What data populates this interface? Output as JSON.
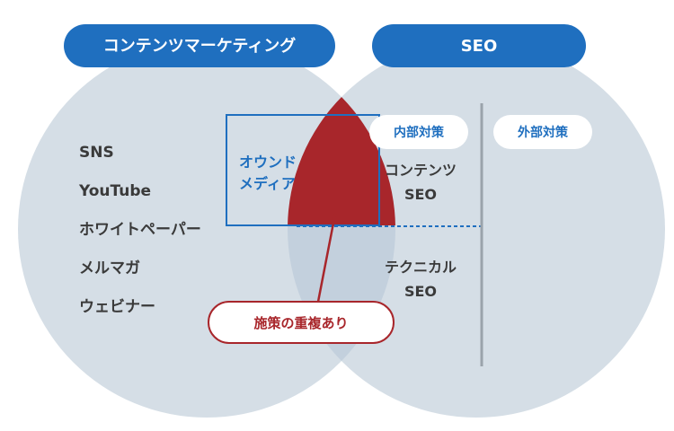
{
  "headers": {
    "left": "コンテンツマーケティング",
    "right": "SEO"
  },
  "left_items": [
    "SNS",
    "YouTube",
    "ホワイトペーパー",
    "メルマガ",
    "ウェビナー"
  ],
  "owned_media": {
    "line1": "オウンド",
    "line2": "メディア"
  },
  "tags": {
    "internal": "内部対策",
    "external": "外部対策"
  },
  "seo_items": {
    "content": {
      "line1": "コンテンツ",
      "line2": "SEO"
    },
    "technical": {
      "line1": "テクニカル",
      "line2": "SEO"
    }
  },
  "callout": "施策の重複あり",
  "colors": {
    "circle": "#d5dee6",
    "header": "#1f6fbf",
    "overlap_top": "#a8262b",
    "overlap_bottom": "#c3d0dd",
    "text": "#3a3a3a"
  }
}
